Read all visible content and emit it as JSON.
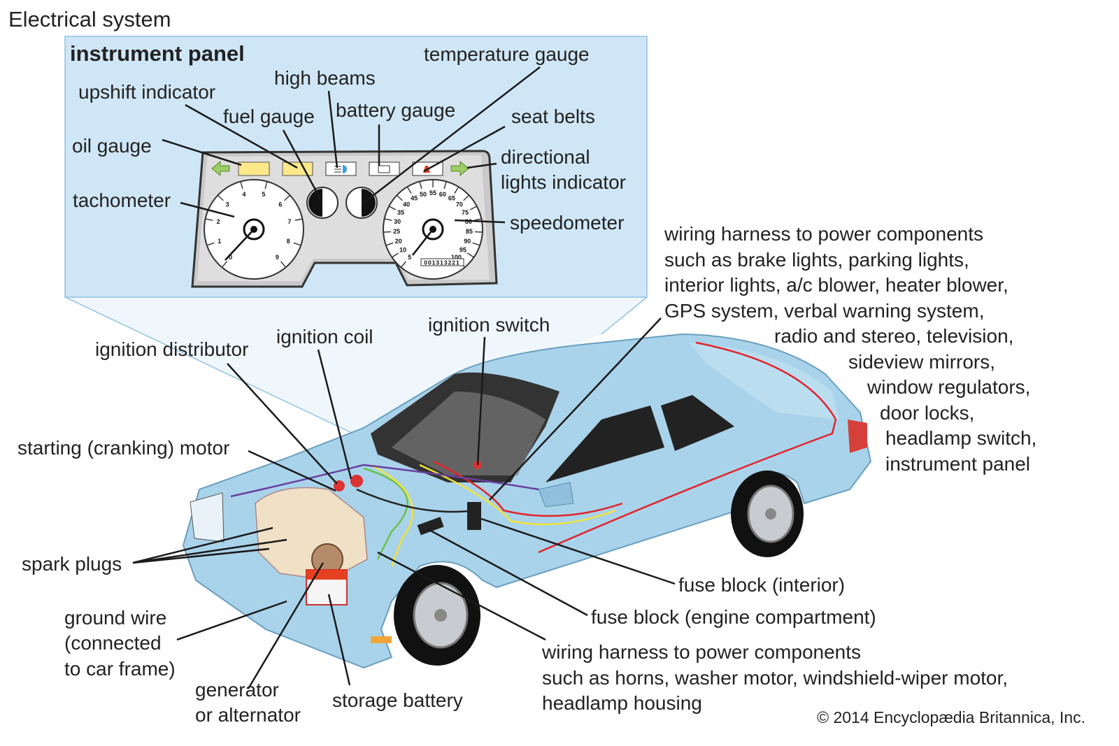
{
  "title": "Electrical system",
  "panel": {
    "title": "instrument panel",
    "labels": {
      "upshift": "upshift indicator",
      "high_beams": "high beams",
      "temperature": "temperature gauge",
      "fuel": "fuel gauge",
      "battery": "battery gauge",
      "seat_belts": "seat belts",
      "oil": "oil gauge",
      "directional_1": "directional",
      "directional_2": "lights indicator",
      "tachometer": "tachometer",
      "speedometer": "speedometer"
    },
    "tach_ticks": [
      "0",
      "1",
      "2",
      "3",
      "4",
      "5",
      "6",
      "7",
      "8",
      "9"
    ],
    "speed_ticks": [
      "5",
      "10",
      "20",
      "25",
      "30",
      "35",
      "40",
      "45",
      "50",
      "55",
      "60",
      "65",
      "70",
      "75",
      "80",
      "85",
      "90",
      "95",
      "100"
    ],
    "odometer": "001313221",
    "colors": {
      "panel_bg": "#cfe6f6",
      "indicator_yellow": "#fde98a",
      "arrow_green": "#9ccc65",
      "high_beam_blue": "#3aa0e0",
      "seatbelt_red": "#e5401f"
    }
  },
  "car_labels": {
    "harness_top": [
      "wiring harness to power components",
      "such as brake lights, parking lights,",
      "interior lights, a/c blower, heater blower,",
      "GPS system, verbal warning system,",
      "radio and stereo, television,",
      "sideview mirrors,",
      "window regulators,",
      "door locks,",
      "headlamp switch,",
      "instrument panel"
    ],
    "ignition_switch": "ignition switch",
    "ignition_coil": "ignition coil",
    "ignition_distributor": "ignition distributor",
    "starting_motor": "starting (cranking) motor",
    "spark_plugs": "spark plugs",
    "ground_wire": [
      "ground wire",
      "(connected",
      "to car frame)"
    ],
    "generator": [
      "generator",
      "or alternator"
    ],
    "storage_battery": "storage battery",
    "fuse_interior": "fuse block (interior)",
    "fuse_engine": "fuse block (engine compartment)",
    "harness_bottom": [
      "wiring harness to power components",
      "such as horns, washer motor, windshield-wiper motor,",
      "headlamp housing"
    ]
  },
  "copyright": "© 2014 Encyclopædia Britannica, Inc.",
  "colors": {
    "car_body": "#a9d3ea",
    "car_dark": "#7fb4d2",
    "wire_red": "#e0242b",
    "wire_yellow": "#f2e33a",
    "wire_green": "#6cc04a",
    "wire_purple": "#6a3fa0"
  }
}
